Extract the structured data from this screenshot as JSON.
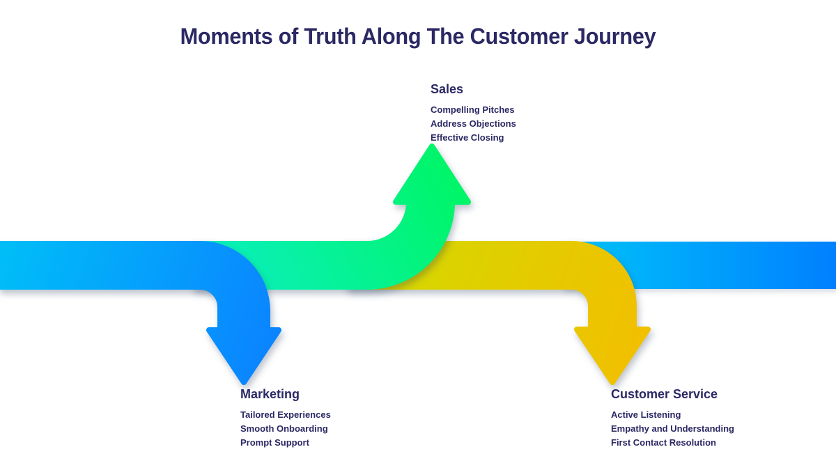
{
  "title": "Moments of Truth Along The Customer Journey",
  "stages": [
    {
      "heading": "Sales",
      "items": [
        "Compelling Pitches",
        "Address Objections",
        "Effective Closing"
      ]
    },
    {
      "heading": "Marketing",
      "items": [
        "Tailored Experiences",
        "Smooth Onboarding",
        "Prompt Support"
      ]
    },
    {
      "heading": "Customer Service",
      "items": [
        "Active Listening",
        "Empathy and Understanding",
        "First Contact Resolution"
      ]
    }
  ],
  "colors": {
    "heading_text": "#2B2864",
    "body_text": "#2B2864",
    "blue_left_start": "#00BDF8",
    "blue_left_end": "#0A85FF",
    "green_start": "#0BEFC3",
    "green_end": "#00F567",
    "yellow_start": "#D4D900",
    "yellow_end": "#F1C000",
    "band_right_start": "#00C3F9",
    "band_right_end": "#0080FF"
  }
}
